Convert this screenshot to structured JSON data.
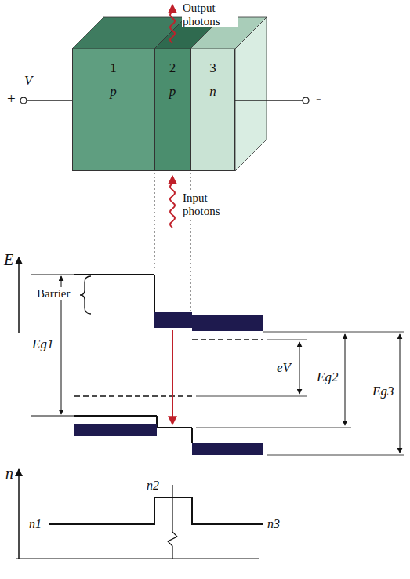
{
  "diagram": {
    "nodes": [
      {
        "text": [
          "1",
          "p"
        ]
      },
      {
        "text": [
          "2",
          "p"
        ]
      },
      {
        "text": [
          "3",
          "n"
        ]
      }
    ],
    "labels": [
      "Output photons",
      "V",
      "+",
      "-",
      "Input photons",
      "E",
      "Barrier",
      "Eg1",
      "eV",
      "Eg2",
      "Eg3",
      "n",
      "n2",
      "n1",
      "n3"
    ]
  }
}
